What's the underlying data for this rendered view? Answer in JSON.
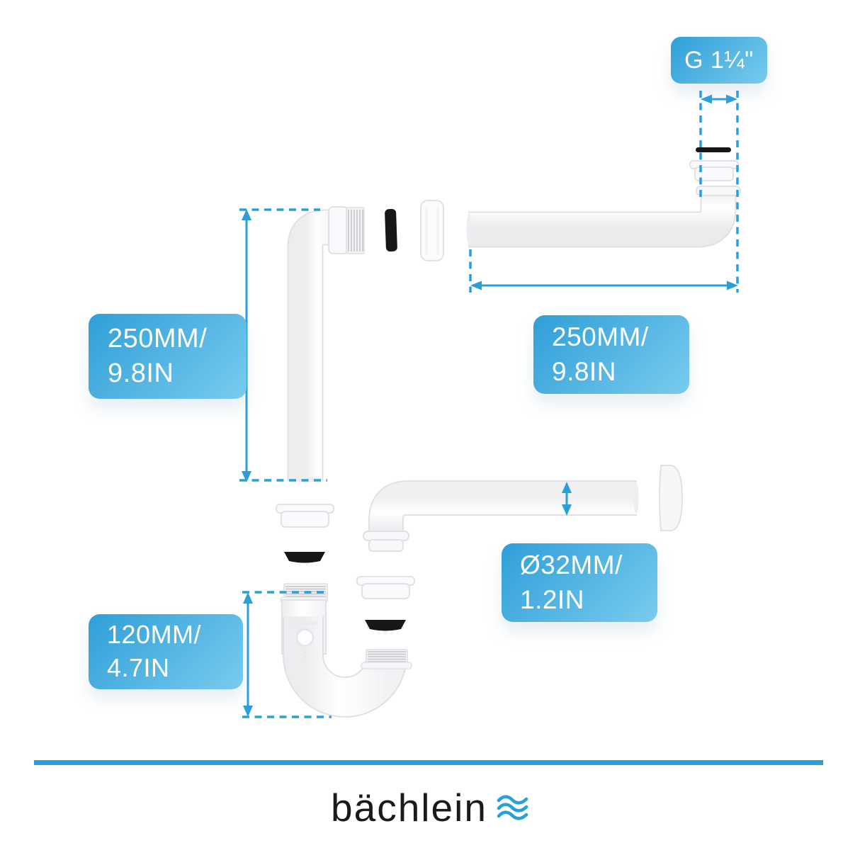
{
  "diagram": {
    "thread_label": "G 1¼\"",
    "dim_vertical": {
      "line1": "250MM/",
      "line2": "9.8IN"
    },
    "dim_horizontal": {
      "line1": "250MM/",
      "line2": "9.8IN"
    },
    "dim_diameter": {
      "line1": "Ø32MM/",
      "line2": "1.2IN"
    },
    "dim_trap_height": {
      "line1": "120MM/",
      "line2": "4.7IN"
    }
  },
  "brand": {
    "name": "bächlein",
    "icon": "triple-wave-icon"
  },
  "colors": {
    "accent_blue": "#2aa0db",
    "label_gradient_start": "#2f9fd8",
    "label_gradient_end": "#79cbee",
    "gasket_black": "#17171a",
    "logo_text": "#1a1a1a"
  }
}
